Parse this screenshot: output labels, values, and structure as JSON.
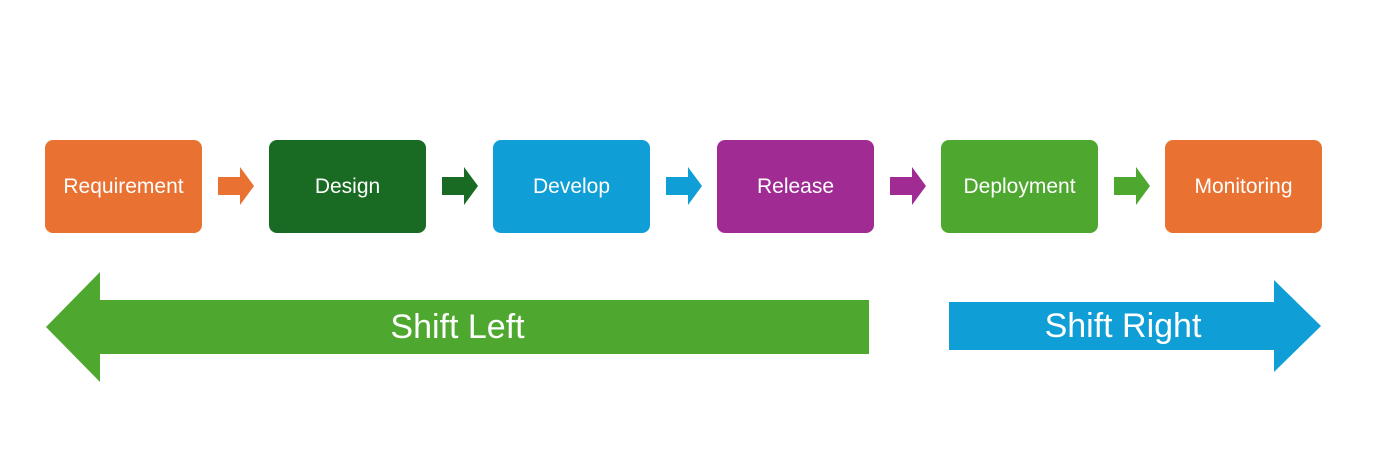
{
  "stages": [
    {
      "label": "Requirement",
      "color": "#E97132"
    },
    {
      "label": "Design",
      "color": "#196B24"
    },
    {
      "label": "Develop",
      "color": "#0F9ED5"
    },
    {
      "label": "Release",
      "color": "#A02B93"
    },
    {
      "label": "Deployment",
      "color": "#4EA72E"
    },
    {
      "label": "Monitoring",
      "color": "#E97132"
    }
  ],
  "connectors": [
    {
      "color": "#E97132"
    },
    {
      "color": "#196B24"
    },
    {
      "color": "#0F9ED5"
    },
    {
      "color": "#A02B93"
    },
    {
      "color": "#4EA72E"
    }
  ],
  "shift_left": {
    "label": "Shift Left",
    "color": "#4EA72E"
  },
  "shift_right": {
    "label": "Shift Right",
    "color": "#0F9ED5"
  }
}
